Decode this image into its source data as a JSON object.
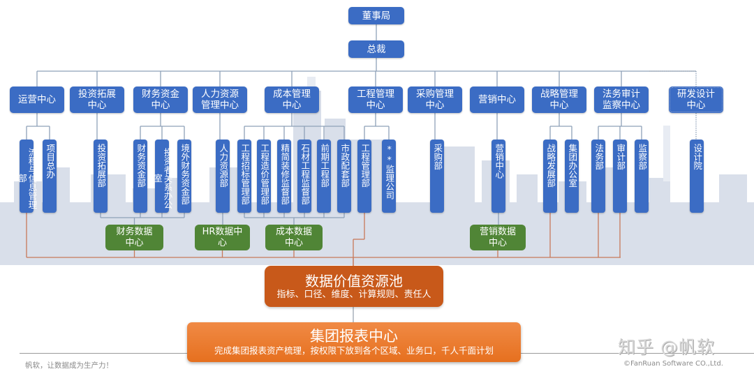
{
  "colors": {
    "top_node": "#3b6cc4",
    "data_center": "#508536",
    "pool": "#c8591a",
    "report": "#ea7a2c",
    "org_line": "#8ea1b8",
    "data_line": "#c8795a"
  },
  "top": {
    "board": "董事局",
    "president": "总裁"
  },
  "centers": [
    {
      "id": "c0",
      "label": "运营中心"
    },
    {
      "id": "c1",
      "label": "投资拓展\n中心"
    },
    {
      "id": "c2",
      "label": "财务资金\n中心"
    },
    {
      "id": "c3",
      "label": "人力资源\n管理中心"
    },
    {
      "id": "c4",
      "label": "成本管理\n中心"
    },
    {
      "id": "c5",
      "label": "工程管理\n中心"
    },
    {
      "id": "c6",
      "label": "采购管理\n中心"
    },
    {
      "id": "c7",
      "label": "营销中心"
    },
    {
      "id": "c8",
      "label": "战略管理\n中心"
    },
    {
      "id": "c9",
      "label": "法务审计\n监察中心"
    },
    {
      "id": "c10",
      "label": "研发设计\n中心",
      "dotted": true
    }
  ],
  "departments": [
    {
      "id": "d0",
      "center": "c0",
      "label": "流程与信息管理部"
    },
    {
      "id": "d1",
      "center": "c0",
      "label": "项目总办"
    },
    {
      "id": "d2",
      "center": "c1",
      "label": "投资拓展部"
    },
    {
      "id": "d3",
      "center": "c2",
      "label": "财务资金部"
    },
    {
      "id": "d4",
      "center": "c2",
      "label": "投资者关系办公室"
    },
    {
      "id": "d5",
      "center": "c2",
      "label": "境外财务资金部"
    },
    {
      "id": "d6",
      "center": "c3",
      "label": "人力资源部"
    },
    {
      "id": "d7",
      "center": "c4",
      "label": "工程招标管理部"
    },
    {
      "id": "d8",
      "center": "c4",
      "label": "工程造价管理部"
    },
    {
      "id": "d9",
      "center": "c4",
      "label": "精简装修监督部"
    },
    {
      "id": "d10",
      "center": "c4",
      "label": "石材工程监督部"
    },
    {
      "id": "d11",
      "center": "c4",
      "label": "前期工程部"
    },
    {
      "id": "d12",
      "center": "c4",
      "label": "市政配套部"
    },
    {
      "id": "d13",
      "center": "c5",
      "label": "工程管理部"
    },
    {
      "id": "d14",
      "center": "c5",
      "label": "**监理公司"
    },
    {
      "id": "d15",
      "center": "c6",
      "label": "采购部"
    },
    {
      "id": "d16",
      "center": "c7",
      "label": "营销中心"
    },
    {
      "id": "d17",
      "center": "c8",
      "label": "战略发展部"
    },
    {
      "id": "d18",
      "center": "c8",
      "label": "集团办公室"
    },
    {
      "id": "d19",
      "center": "c9",
      "label": "法务部"
    },
    {
      "id": "d20",
      "center": "c9",
      "label": "审计部"
    },
    {
      "id": "d21",
      "center": "c9",
      "label": "监察部"
    },
    {
      "id": "d22",
      "center": "c10",
      "label": "设计院"
    }
  ],
  "data_centers": [
    {
      "id": "g0",
      "label": "财务数据\n中心"
    },
    {
      "id": "g1",
      "label": "HR数据中\n心"
    },
    {
      "id": "g2",
      "label": "成本数据\n中心"
    },
    {
      "id": "g3",
      "label": "营销数据\n中心"
    }
  ],
  "pool": {
    "title": "数据价值资源池",
    "subtitle": "指标、口径、维度、计算规则、责任人"
  },
  "report": {
    "title": "集团报表中心",
    "subtitle": "完成集团报表资产梳理，按权限下放到各个区域、业务口，千人千面计划"
  },
  "footer": {
    "slogan": "帆软，让数据成为生产力！",
    "copyright": "©FanRuan Software CO.,Ltd.",
    "watermark": "知乎 @帆软"
  }
}
